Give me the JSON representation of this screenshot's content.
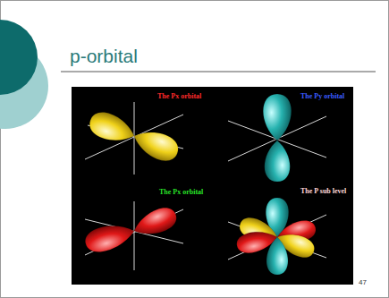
{
  "diagram": {
    "title": "p-orbital",
    "labels": [
      "The Px orbital",
      "The Py orbital",
      "The Px orbital",
      "The P sub level",
      "47"
    ]
  }
}
